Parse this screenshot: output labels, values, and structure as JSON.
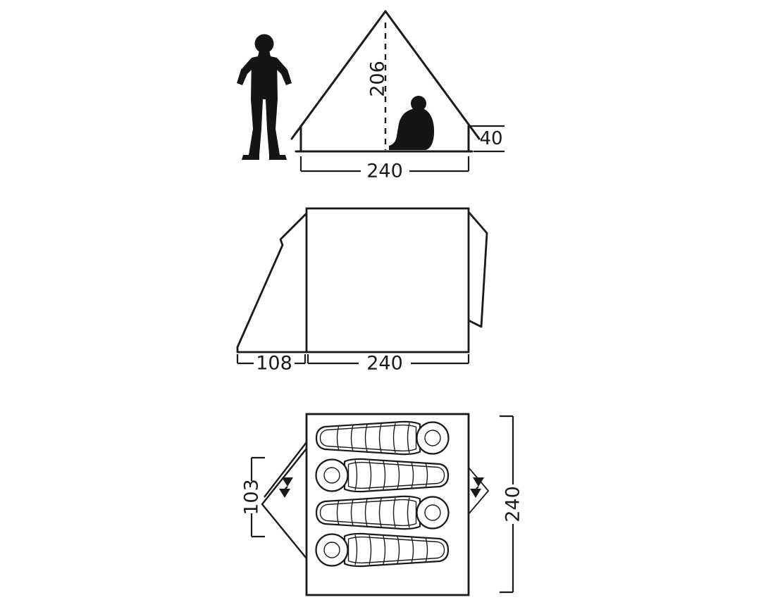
{
  "diagram_title": "tent-dimension-diagram",
  "colors": {
    "line": "#1a1a1a",
    "silhouette": "#151515",
    "background": "#ffffff"
  },
  "front_view": {
    "ridge_height": "206",
    "side_wall_height": "40",
    "width": "240"
  },
  "side_view": {
    "vestibule_depth": "108",
    "inner_length": "240"
  },
  "top_view": {
    "vestibule_width": "103",
    "inner_length": "240"
  }
}
